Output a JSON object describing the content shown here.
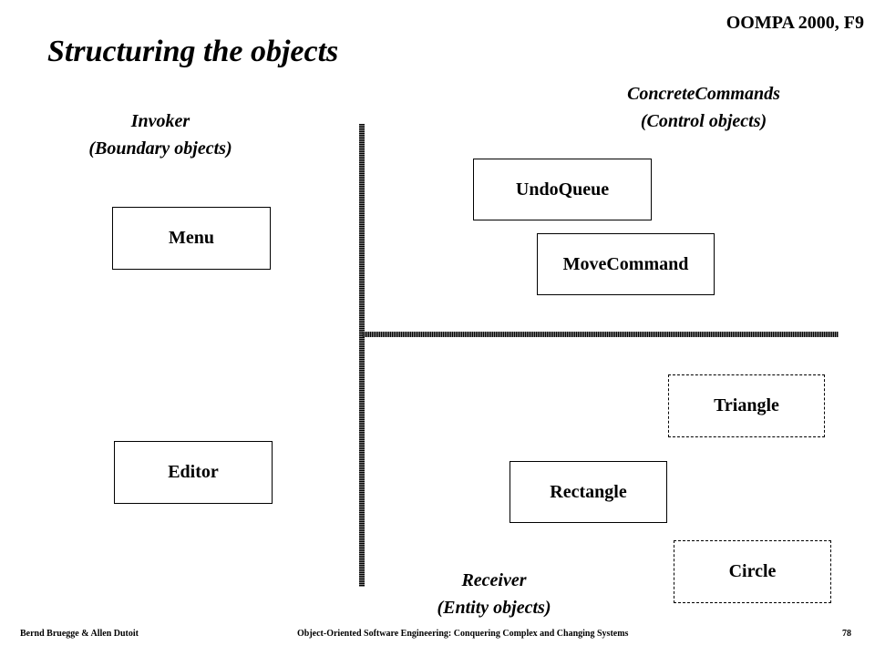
{
  "header": {
    "course_tag": "OOMPA 2000, F9",
    "title": "Structuring the objects"
  },
  "regions": {
    "invoker": {
      "line1": "Invoker",
      "line2": "(Boundary objects)"
    },
    "concrete_commands": {
      "line1": "ConcreteCommands",
      "line2": "(Control objects)"
    },
    "receiver": {
      "line1": "Receiver",
      "line2": "(Entity objects)"
    }
  },
  "objects": {
    "menu": "Menu",
    "editor": "Editor",
    "undo_queue": "UndoQueue",
    "move_command": "MoveCommand",
    "triangle": "Triangle",
    "rectangle": "Rectangle",
    "circle": "Circle"
  },
  "footer": {
    "authors": "Bernd Bruegge & Allen Dutoit",
    "book": "Object-Oriented Software Engineering: Conquering Complex and Changing Systems",
    "page": "78"
  }
}
